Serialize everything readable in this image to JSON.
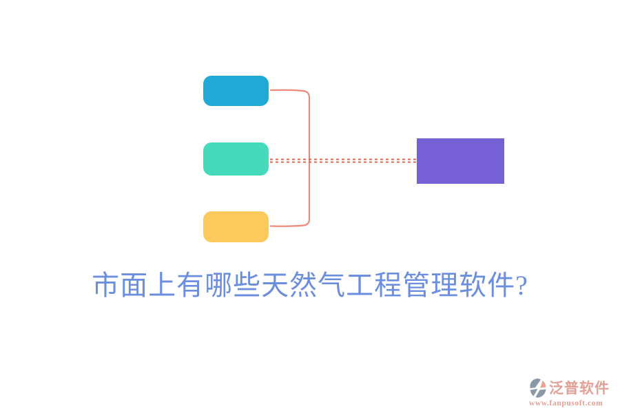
{
  "title": {
    "text": "市面上有哪些天然气工程管理软件?"
  },
  "colors": {
    "node_blue": "#21a9d6",
    "node_green": "#45dbba",
    "node_yellow": "#fcca5c",
    "node_purple": "#7561d5",
    "connector": "#f0887a",
    "dotted_connector": "#e0654a",
    "title_text": "#6c8ede",
    "watermark_text": "#e2a096",
    "watermark_icon_gray": "#8a98a8",
    "watermark_icon_accent": "#e8a394"
  },
  "mindmap": {
    "left_nodes": [
      {
        "name": "blue-node",
        "label": ""
      },
      {
        "name": "green-node",
        "label": ""
      },
      {
        "name": "yellow-node",
        "label": ""
      }
    ],
    "right_node": {
      "name": "purple-node",
      "label": ""
    }
  },
  "watermark": {
    "brand": "泛普软件",
    "url": "www.fanpusoft.com"
  }
}
